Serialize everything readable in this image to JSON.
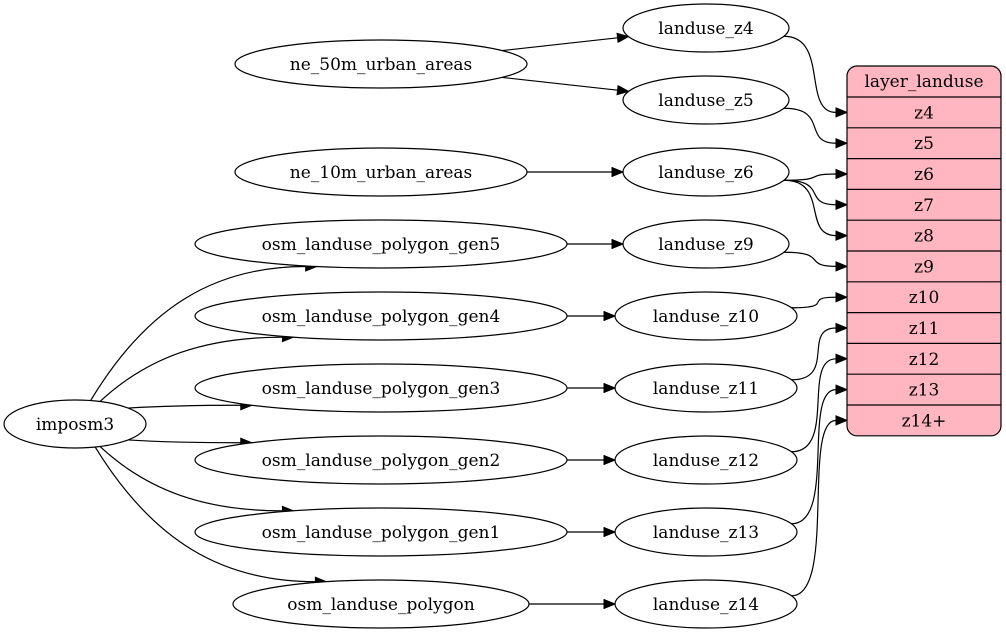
{
  "diagram": {
    "record_fill": "#ffb6c1",
    "nodes": {
      "ne_50m": "ne_50m_urban_areas",
      "ne_10m": "ne_10m_urban_areas",
      "gen5": "osm_landuse_polygon_gen5",
      "gen4": "osm_landuse_polygon_gen4",
      "gen3": "osm_landuse_polygon_gen3",
      "gen2": "osm_landuse_polygon_gen2",
      "gen1": "osm_landuse_polygon_gen1",
      "poly": "osm_landuse_polygon",
      "imposm3": "imposm3",
      "z4": "landuse_z4",
      "z5": "landuse_z5",
      "z6": "landuse_z6",
      "z9": "landuse_z9",
      "z10": "landuse_z10",
      "z11": "landuse_z11",
      "z12": "landuse_z12",
      "z13": "landuse_z13",
      "z14": "landuse_z14"
    },
    "record": {
      "title": "layer_landuse",
      "fields": [
        "z4",
        "z5",
        "z6",
        "z7",
        "z8",
        "z9",
        "z10",
        "z11",
        "z12",
        "z13",
        "z14+"
      ]
    },
    "edges": [
      [
        "ne_50m",
        "z4"
      ],
      [
        "ne_50m",
        "z5"
      ],
      [
        "ne_10m",
        "z6"
      ],
      [
        "gen5",
        "z9"
      ],
      [
        "gen4",
        "z10"
      ],
      [
        "gen3",
        "z11"
      ],
      [
        "gen2",
        "z12"
      ],
      [
        "gen1",
        "z13"
      ],
      [
        "poly",
        "z14"
      ],
      [
        "imposm3",
        "gen5"
      ],
      [
        "imposm3",
        "gen4"
      ],
      [
        "imposm3",
        "gen3"
      ],
      [
        "imposm3",
        "gen2"
      ],
      [
        "imposm3",
        "gen1"
      ],
      [
        "imposm3",
        "poly"
      ],
      [
        "z4",
        "rec:0"
      ],
      [
        "z5",
        "rec:1"
      ],
      [
        "z6",
        "rec:2"
      ],
      [
        "z6",
        "rec:3"
      ],
      [
        "z6",
        "rec:4"
      ],
      [
        "z9",
        "rec:5"
      ],
      [
        "z10",
        "rec:6"
      ],
      [
        "z11",
        "rec:7"
      ],
      [
        "z12",
        "rec:8"
      ],
      [
        "z13",
        "rec:9"
      ],
      [
        "z14",
        "rec:10"
      ]
    ]
  }
}
